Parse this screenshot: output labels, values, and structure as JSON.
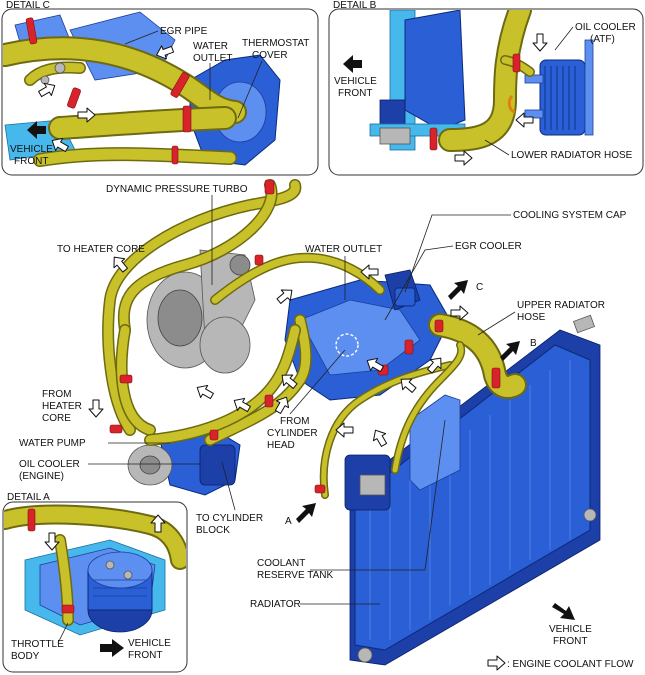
{
  "details": {
    "c": {
      "title": "DETAIL C",
      "egr_pipe": "EGR PIPE",
      "water_outlet_1": "WATER",
      "water_outlet_2": "OUTLET",
      "thermostat_1": "THERMOSTAT",
      "thermostat_2": "COVER",
      "vehicle_front_1": "VEHICLE",
      "vehicle_front_2": "FRONT"
    },
    "b": {
      "title": "DETAIL B",
      "oil_cooler_1": "OIL COOLER",
      "oil_cooler_2": "(ATF)",
      "vehicle_front_1": "VEHICLE",
      "vehicle_front_2": "FRONT",
      "lower_radiator_hose": "LOWER RADIATOR HOSE"
    },
    "a": {
      "title": "DETAIL A",
      "throttle_1": "THROTTLE",
      "throttle_2": "BODY",
      "vehicle_front_1": "VEHICLE",
      "vehicle_front_2": "FRONT"
    }
  },
  "main": {
    "dynamic_pressure_turbo": "DYNAMIC PRESSURE TURBO",
    "cooling_system_cap": "COOLING SYSTEM CAP",
    "to_heater_core": "TO HEATER CORE",
    "water_outlet": "WATER OUTLET",
    "egr_cooler": "EGR COOLER",
    "callout_c": "C",
    "upper_radiator_hose_1": "UPPER RADIATOR",
    "upper_radiator_hose_2": "HOSE",
    "callout_b": "B",
    "from_heater_core_1": "FROM",
    "from_heater_core_2": "HEATER",
    "from_heater_core_3": "CORE",
    "water_pump": "WATER PUMP",
    "oil_cooler_engine_1": "OIL COOLER",
    "oil_cooler_engine_2": "(ENGINE)",
    "from_cylinder_head_1": "FROM",
    "from_cylinder_head_2": "CYLINDER",
    "from_cylinder_head_3": "HEAD",
    "to_cylinder_block_1": "TO  CYLINDER",
    "to_cylinder_block_2": "BLOCK",
    "callout_a": "A",
    "coolant_reserve_tank_1": "COOLANT",
    "coolant_reserve_tank_2": "RESERVE TANK",
    "radiator": "RADIATOR",
    "vehicle_front_1": "VEHICLE",
    "vehicle_front_2": "FRONT",
    "legend": ": ENGINE COOLANT FLOW"
  },
  "colors": {
    "hose": "#c9c12a",
    "component_blue": "#2a5fd6",
    "clamp_red": "#d8232a",
    "turbo_grey": "#b7b7b7"
  }
}
